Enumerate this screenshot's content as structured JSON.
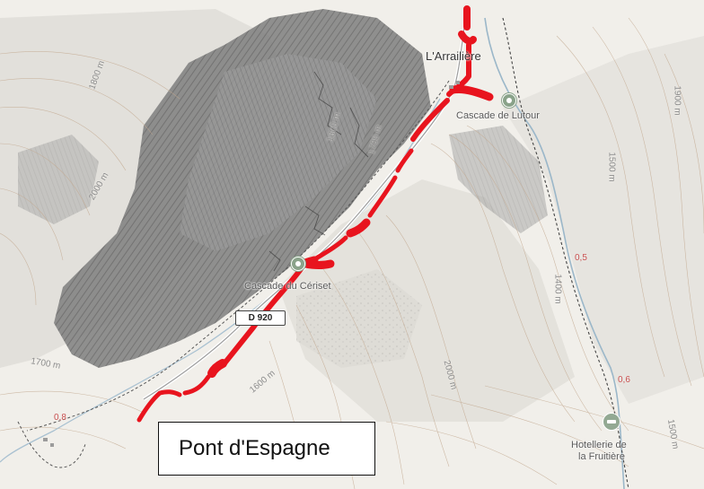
{
  "map": {
    "places": {
      "arrailiere": "L'Arrailière",
      "cascade_lutour": "Cascade de Lutour",
      "cascade_ceriset": "Cascade du Cériset",
      "hotellerie_1": "Hotellerie de",
      "hotellerie_2": "la Fruitière"
    },
    "road": {
      "label": "D 920"
    },
    "contour_labels": {
      "c1800_left": "1800 m",
      "c2000_left": "2000 m",
      "c1700_left": "1700 m",
      "c1600_mid": "1600 m",
      "c1600_bottom": "1600 m",
      "c1700_mid": "1700 m",
      "c2000_mid": "2000 m",
      "c1400_right": "1400 m",
      "c1500_right": "1500 m",
      "c1900_right": "1900 m",
      "c1500_far_right": "1500 m"
    },
    "spot_heights": {
      "s1": "0,8",
      "s2": "0,6",
      "s3": "0,5"
    },
    "route_color": "#e8141e",
    "caption": {
      "text": "Pont d'Espagne"
    },
    "icons": [
      "waterfall-icon",
      "waterfall-icon",
      "hotel-icon"
    ]
  }
}
